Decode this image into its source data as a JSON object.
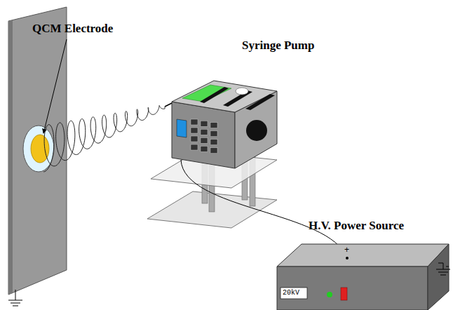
{
  "diagram": {
    "labels": [
      "QCM Electrode",
      "Syringe Pump",
      "H.V. Power Source",
      "20kV",
      "+"
    ]
  }
}
